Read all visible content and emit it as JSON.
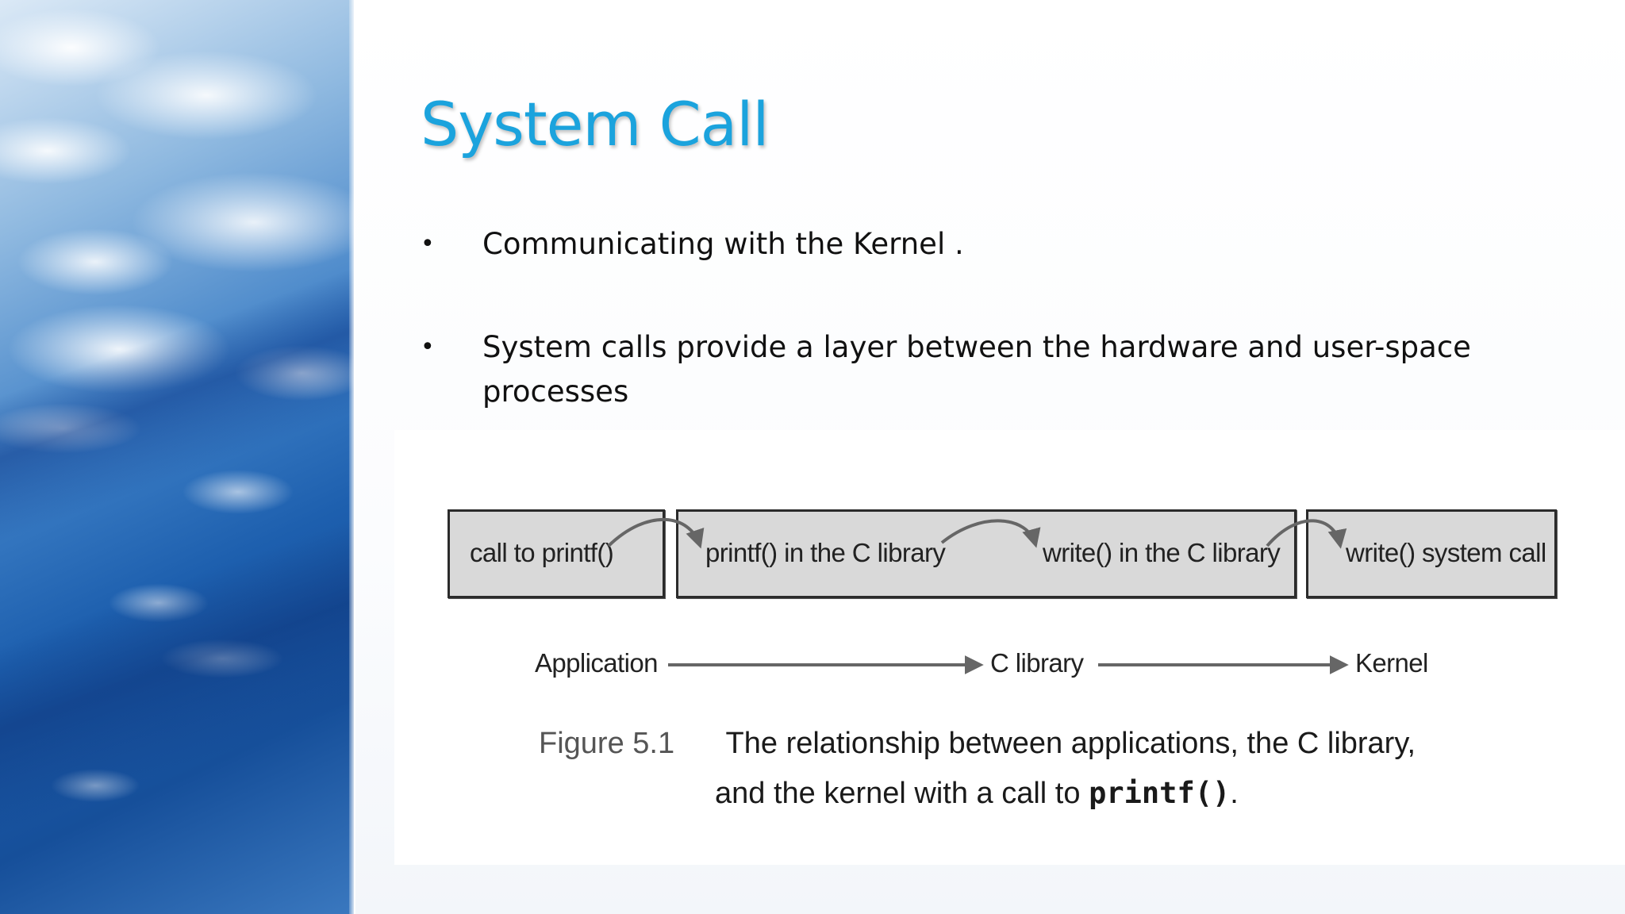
{
  "slide": {
    "title": "System Call",
    "bullet_glyph": "•",
    "bullets": [
      "Communicating with the Kernel .",
      "System calls provide a layer between the hardware and user-space processes"
    ]
  },
  "figure": {
    "boxes": [
      "call to printf()",
      "printf() in the C library",
      "write() in the C library",
      "write() system call"
    ],
    "flow": [
      "Application",
      "C library",
      "Kernel"
    ],
    "caption": {
      "number": "Figure 5.1",
      "line1": "The relationship between applications, the C library,",
      "line2_prefix": "and the kernel with a call to",
      "code": "printf()",
      "line2_suffix": "."
    }
  },
  "colors": {
    "title": "#1ba3dd",
    "box_fill": "#d9d9d9",
    "arrow": "#666666"
  }
}
